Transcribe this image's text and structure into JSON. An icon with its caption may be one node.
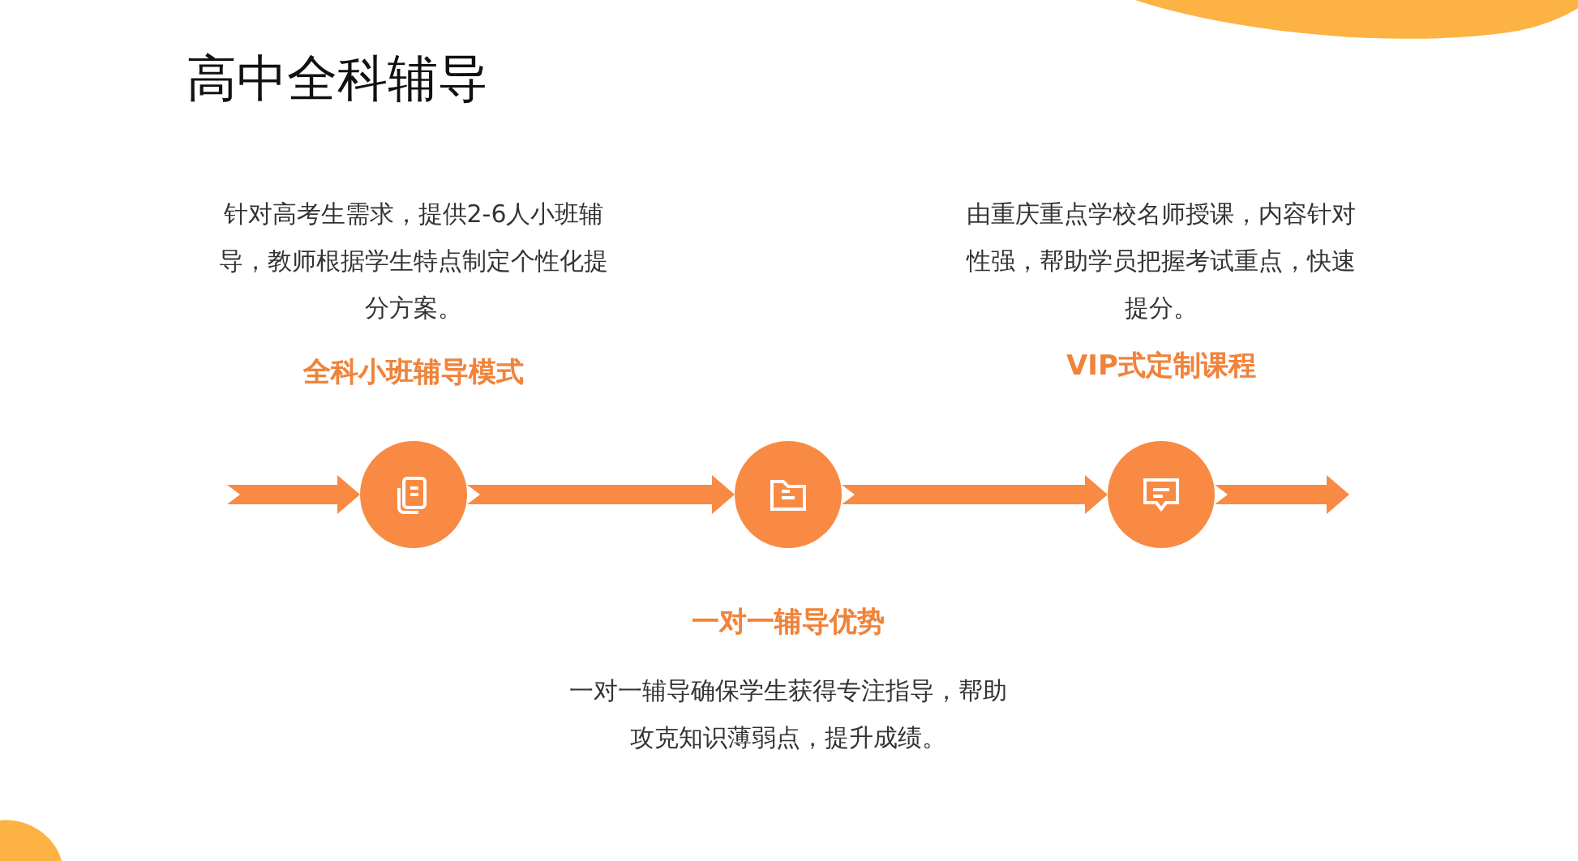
{
  "diagram": {
    "title": "高中全科辅导",
    "nodes": [
      {
        "text": [],
        "shape": "circle",
        "beside": [
          "针对高考生需求，提供2-6人小班辅导，教师根据学生特点制定个性化提分方案。",
          "全科小班辅导模式"
        ]
      },
      {
        "text": [],
        "shape": "circle",
        "beside": [
          "一对一辅导优势",
          "一对一辅导确保学生获得专注指导，帮助攻克知识薄弱点，提升成绩。"
        ]
      },
      {
        "text": [],
        "shape": "circle",
        "beside": [
          "由重庆重点学校名师授课，内容针对性强，帮助学员把握考试重点，快速提分。",
          "VIP式定制课程"
        ]
      }
    ],
    "edges": [
      {
        "from": null,
        "to": 0,
        "arrow": "to"
      },
      {
        "from": 0,
        "to": 1,
        "arrow": "to"
      },
      {
        "from": 1,
        "to": 2,
        "arrow": "to"
      },
      {
        "from": 2,
        "to": null,
        "arrow": "to"
      }
    ]
  }
}
